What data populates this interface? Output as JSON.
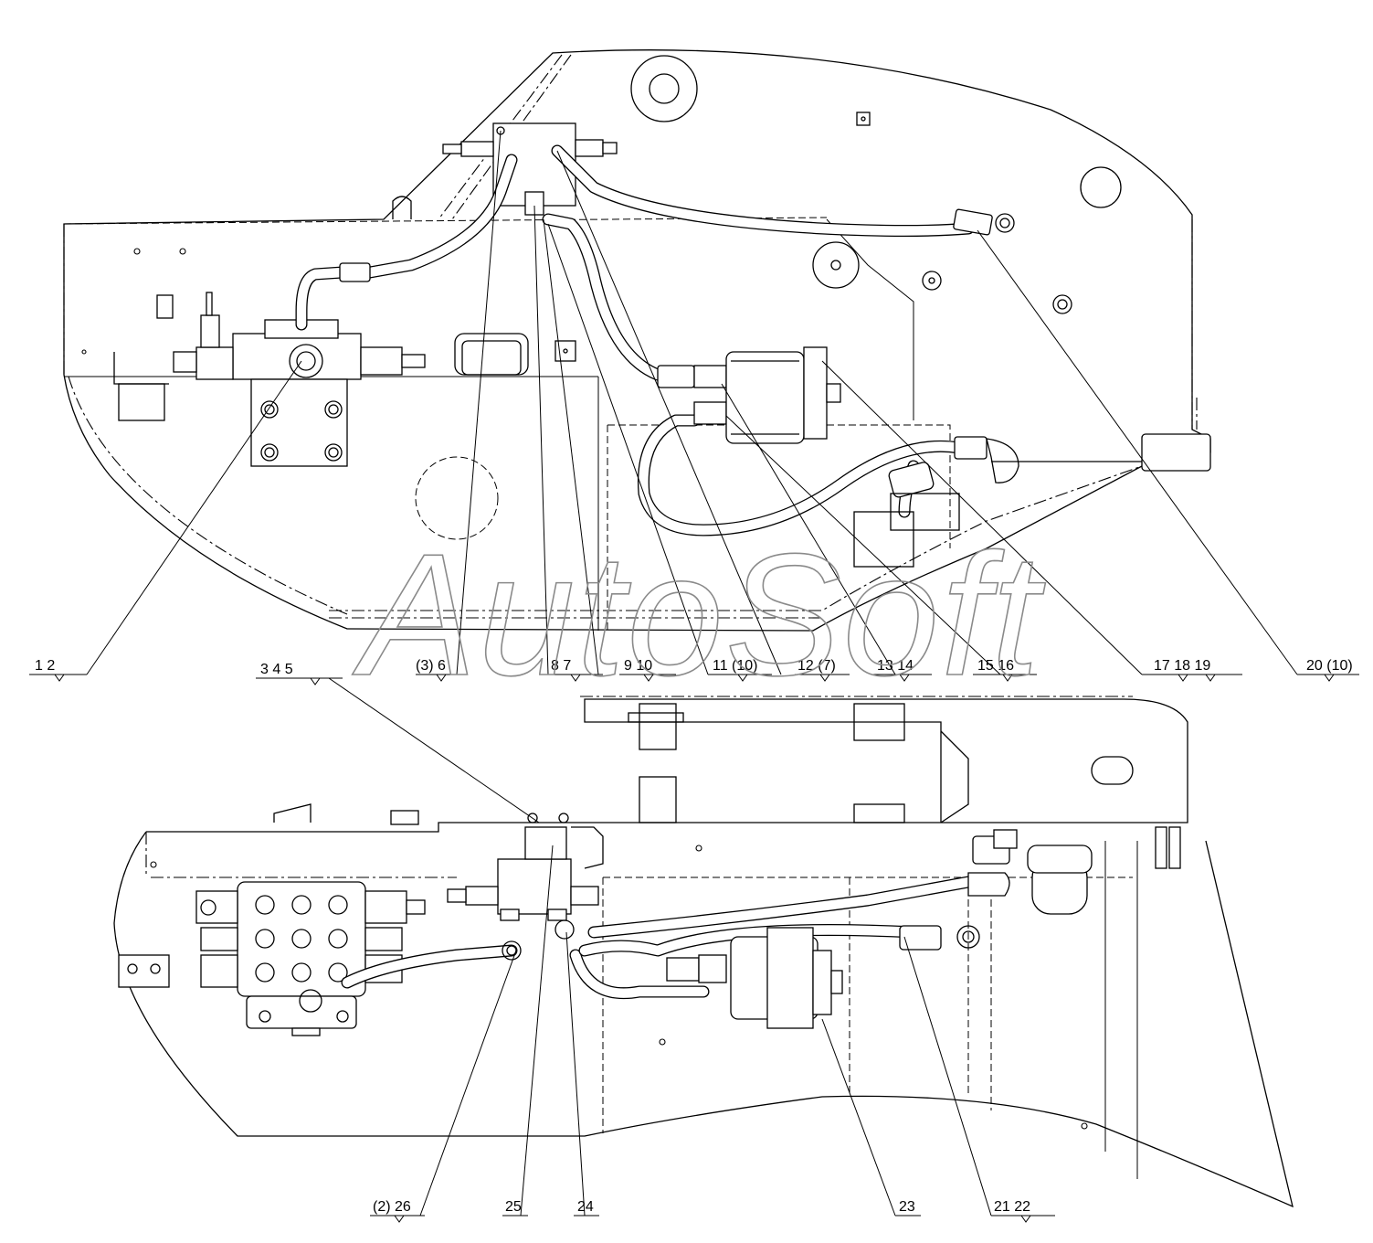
{
  "watermark": "AutoSoft",
  "callouts_top": [
    {
      "text": "1  2"
    },
    {
      "text": "3  4  5"
    },
    {
      "text": "(3)  6"
    },
    {
      "text": "8  7"
    },
    {
      "text": "9  10"
    },
    {
      "text": "11 (10)"
    },
    {
      "text": "12  (7)"
    },
    {
      "text": "13  14"
    },
    {
      "text": "15  16"
    },
    {
      "text": "17  18  19"
    },
    {
      "text": "20 (10)"
    }
  ],
  "callouts_bottom": [
    {
      "text": "(2)  26"
    },
    {
      "text": "25"
    },
    {
      "text": "24"
    },
    {
      "text": "23"
    },
    {
      "text": "21  22"
    }
  ]
}
